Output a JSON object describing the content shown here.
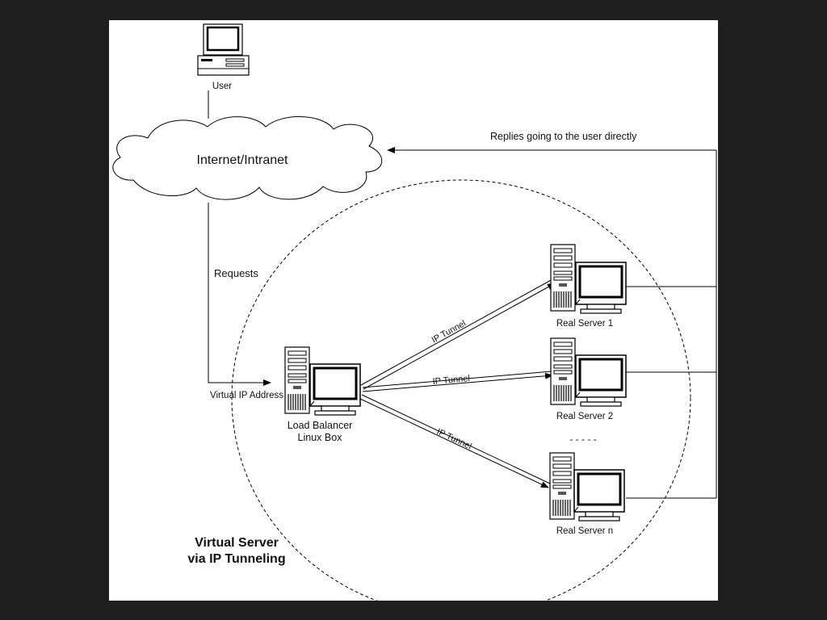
{
  "diagram": {
    "title_line1": "Virtual Server",
    "title_line2": "via IP Tunneling",
    "user_label": "User",
    "cloud_label": "Internet/Intranet",
    "requests_label": "Requests",
    "replies_label": "Replies going to the user directly",
    "vip_label": "Virtual IP Address",
    "lb_label_line1": "Load Balancer",
    "lb_label_line2": "Linux Box",
    "tunnel_label": "IP Tunnel",
    "servers": [
      "Real Server 1",
      "Real Server 2",
      "Real Server n"
    ],
    "ellipsis": "- - - - -"
  }
}
